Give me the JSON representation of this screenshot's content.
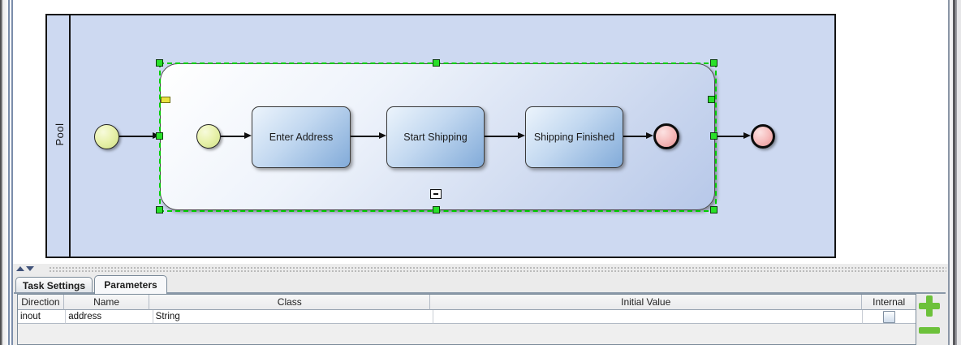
{
  "diagram": {
    "pool_label": "Pool",
    "tasks": [
      {
        "label": "Enter Address"
      },
      {
        "label": "Start Shipping"
      },
      {
        "label": "Shipping Finished"
      }
    ],
    "events": {
      "outer_start": "start-event",
      "inner_start": "start-event",
      "inner_end": "end-event",
      "outer_end": "end-event"
    },
    "subprocess": {
      "selected": true,
      "collapse_marker": "minus"
    }
  },
  "panel": {
    "tabs": [
      {
        "label": "Task Settings",
        "selected": false
      },
      {
        "label": "Parameters",
        "selected": true
      }
    ],
    "table": {
      "columns": [
        "Direction",
        "Name",
        "Class",
        "Initial Value",
        "Internal"
      ],
      "rows": [
        {
          "direction": "inout",
          "name": "address",
          "class": "String",
          "initial_value": "",
          "internal_checked": false
        }
      ]
    },
    "icons": {
      "add": "plus-icon",
      "remove": "minus-icon"
    }
  },
  "colors": {
    "selection_green": "#00cf00",
    "handle_green": "#29e029",
    "handle_yellow": "#eae23f",
    "button_green": "#6cc13a",
    "pool_fill": "#cdd9f1",
    "task_fill": "#82abd9",
    "start_event_fill": "#cfe084",
    "end_event_fill": "#e59494"
  }
}
